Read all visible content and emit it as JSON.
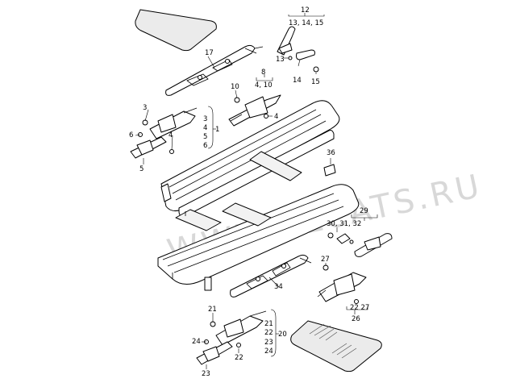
{
  "watermark": "WWW.ELCATS.RU",
  "callouts": {
    "c1": "1",
    "c3a": "3",
    "c3b": "3",
    "c4a": "4",
    "c4b": "4",
    "c5a": "5",
    "c5b": "5",
    "c6a": "6",
    "c6b": "6",
    "c8": "8",
    "c4_10": "4, 10",
    "c10": "10",
    "c4c": "4",
    "c12": "12",
    "c13_14_15": "13, 14, 15",
    "c13": "13",
    "c14": "14",
    "c15": "15",
    "c17": "17",
    "c20": "20",
    "c21a": "21",
    "c21b": "21",
    "c22a": "22",
    "c22b": "22",
    "c23a": "23",
    "c23b": "23",
    "c24a": "24",
    "c24b": "24",
    "c26": "26",
    "c22_27": "22  27",
    "c27": "27",
    "c29": "29",
    "c30_31_32": "30, 31, 32",
    "c34": "34",
    "c36": "36"
  }
}
